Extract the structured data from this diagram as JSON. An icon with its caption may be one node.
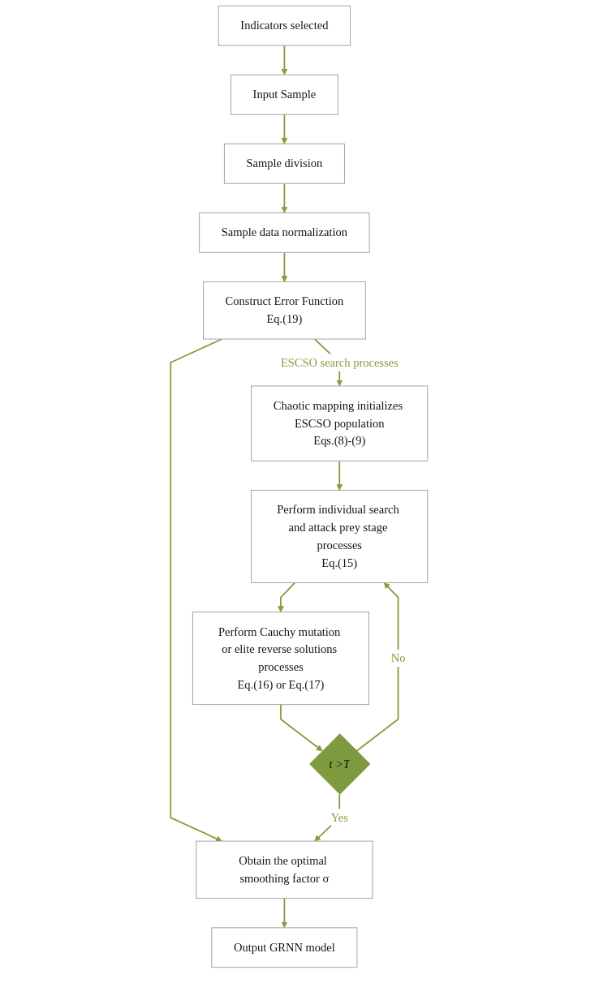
{
  "diagram": {
    "nodes": [
      {
        "text": [
          "Indicators selected"
        ]
      },
      {
        "text": [
          "Input Sample"
        ]
      },
      {
        "text": [
          "Sample division"
        ]
      },
      {
        "text": [
          "Sample data normalization"
        ]
      },
      {
        "text": [
          "Construct  Error Function",
          "Eq.(19)"
        ]
      },
      {
        "text": [
          "Obtain the optimal smoothing factor σ"
        ]
      },
      {
        "text": [
          "Output GRNN model"
        ]
      },
      {
        "text": [
          "Chaotic mapping initializes ESCSO population",
          "Eqs.(8)-(9)"
        ]
      },
      {
        "text": [
          "Perform individual search and attack prey stage processes",
          "Eq.(15)"
        ]
      },
      {
        "text": [
          "Perform Cauchy mutation or elite reverse solutions processes",
          "Eq.(16) or Eq.(17)"
        ]
      },
      {
        "text": [
          "t >T"
        ]
      }
    ],
    "edges": [
      {
        "from": 0,
        "to": 1,
        "arrow": "to"
      },
      {
        "from": 1,
        "to": 2,
        "arrow": "to"
      },
      {
        "from": 2,
        "to": 3,
        "arrow": "to"
      },
      {
        "from": 3,
        "to": 4,
        "arrow": "to"
      },
      {
        "from": 4,
        "to": 5,
        "arrow": "to"
      },
      {
        "from": 5,
        "to": 6,
        "arrow": "to"
      },
      {
        "from": 4,
        "to": 7,
        "arrow": "to",
        "label": "ESCSO search processes"
      },
      {
        "from": 7,
        "to": 8,
        "arrow": "to"
      },
      {
        "from": 8,
        "to": 9,
        "arrow": "to"
      },
      {
        "from": 9,
        "to": 10,
        "arrow": "to"
      },
      {
        "from": 10,
        "to": 5,
        "arrow": "to",
        "label": "Yes"
      },
      {
        "from": 10,
        "to": 8,
        "arrow": "to",
        "label": "No"
      }
    ]
  }
}
